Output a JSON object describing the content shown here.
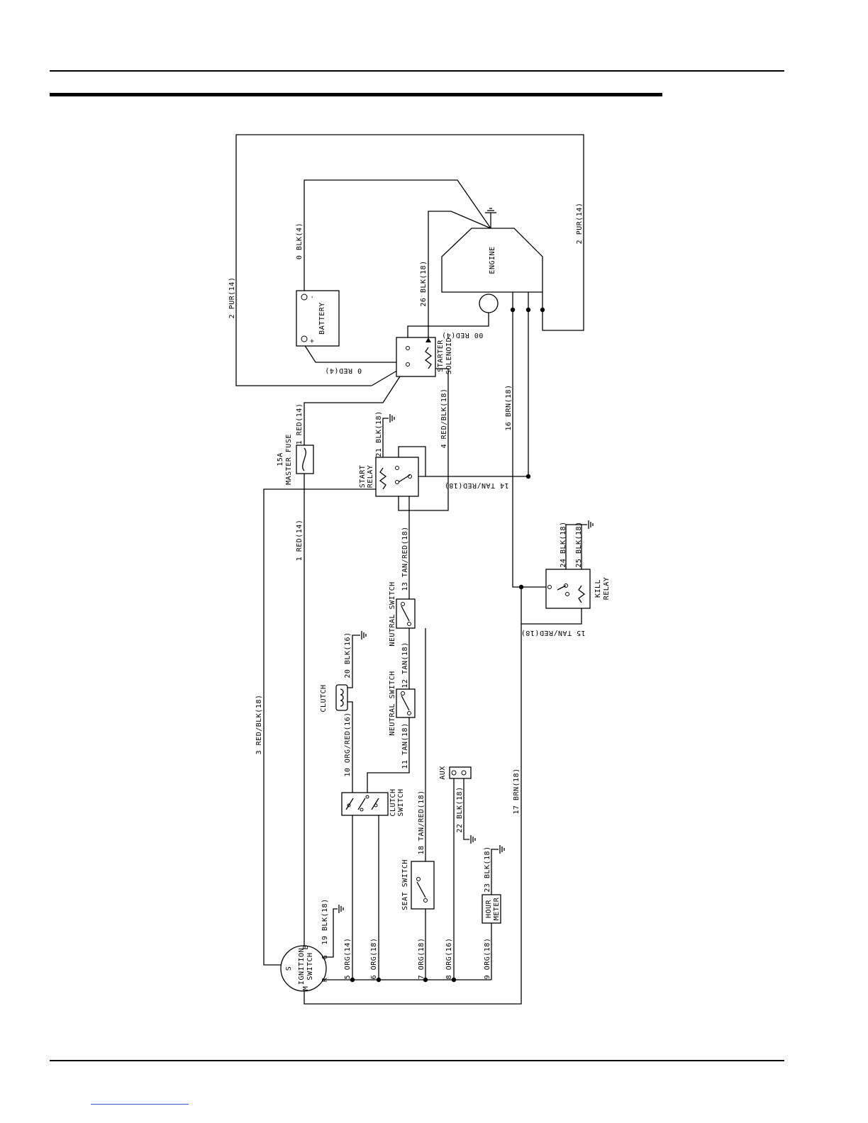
{
  "diagram": {
    "components": {
      "engine": "ENGINE",
      "battery": "BATTERY",
      "battery_neg": "-",
      "battery_pos": "+",
      "starter_solenoid_1": "STARTER",
      "starter_solenoid_2": "SOLENOID",
      "master_fuse_1": "15A",
      "master_fuse_2": "MASTER FUSE",
      "start_relay_1": "START",
      "start_relay_2": "RELAY",
      "kill_relay_1": "KILL",
      "kill_relay_2": "RELAY",
      "neutral_switch_1": "NEUTRAL SWITCH",
      "neutral_switch_2": "NEUTRAL SWITCH",
      "clutch": "CLUTCH",
      "clutch_switch_1": "CLUTCH",
      "clutch_switch_2": "SWITCH",
      "seat_switch": "SEAT SWITCH",
      "aux": "AUX",
      "hour_meter_1": "HOUR",
      "hour_meter_2": "METER",
      "ignition_1": "IGNITION",
      "ignition_2": "SWITCH",
      "ign_s": "S",
      "ign_b": "B",
      "ign_g": "G",
      "ign_r": "R",
      "ign_m": "M"
    },
    "wires": {
      "w0_blk": "0 BLK(4)",
      "w0_red": "0 RED(4)",
      "w00_red": "00 RED(4)",
      "w1_red_a": "1 RED(14)",
      "w1_red_b": "1 RED(14)",
      "w2_pur_a": "2 PUR(14)",
      "w2_pur_b": "2 PUR(14)",
      "w3": "3 RED/BLK(18)",
      "w4": "4 RED/BLK(18)",
      "w5": "5 ORG(14)",
      "w6": "6 ORG(18)",
      "w7": "7 ORG(18)",
      "w8": "8 ORG(16)",
      "w9": "9 ORG(18)",
      "w10": "10 ORG/RED(16)",
      "w11": "11 TAN(18)",
      "w12": "12 TAN(18)",
      "w13": "13 TAN/RED(18)",
      "w14": "14 TAN/RED(18)",
      "w15": "15 TAN/RED(18)",
      "w16": "16 BRN(18)",
      "w17": "17 BRN(18)",
      "w18": "18 TAN/RED(18)",
      "w19": "19 BLK(18)",
      "w20": "20 BLK(16)",
      "w21": "21 BLK(18)",
      "w22": "22 BLK(18)",
      "w23": "23 BLK(18)",
      "w24": "24 BLK(18)",
      "w25": "25 BLK(18)",
      "w26": "26 BLK(18)"
    }
  }
}
